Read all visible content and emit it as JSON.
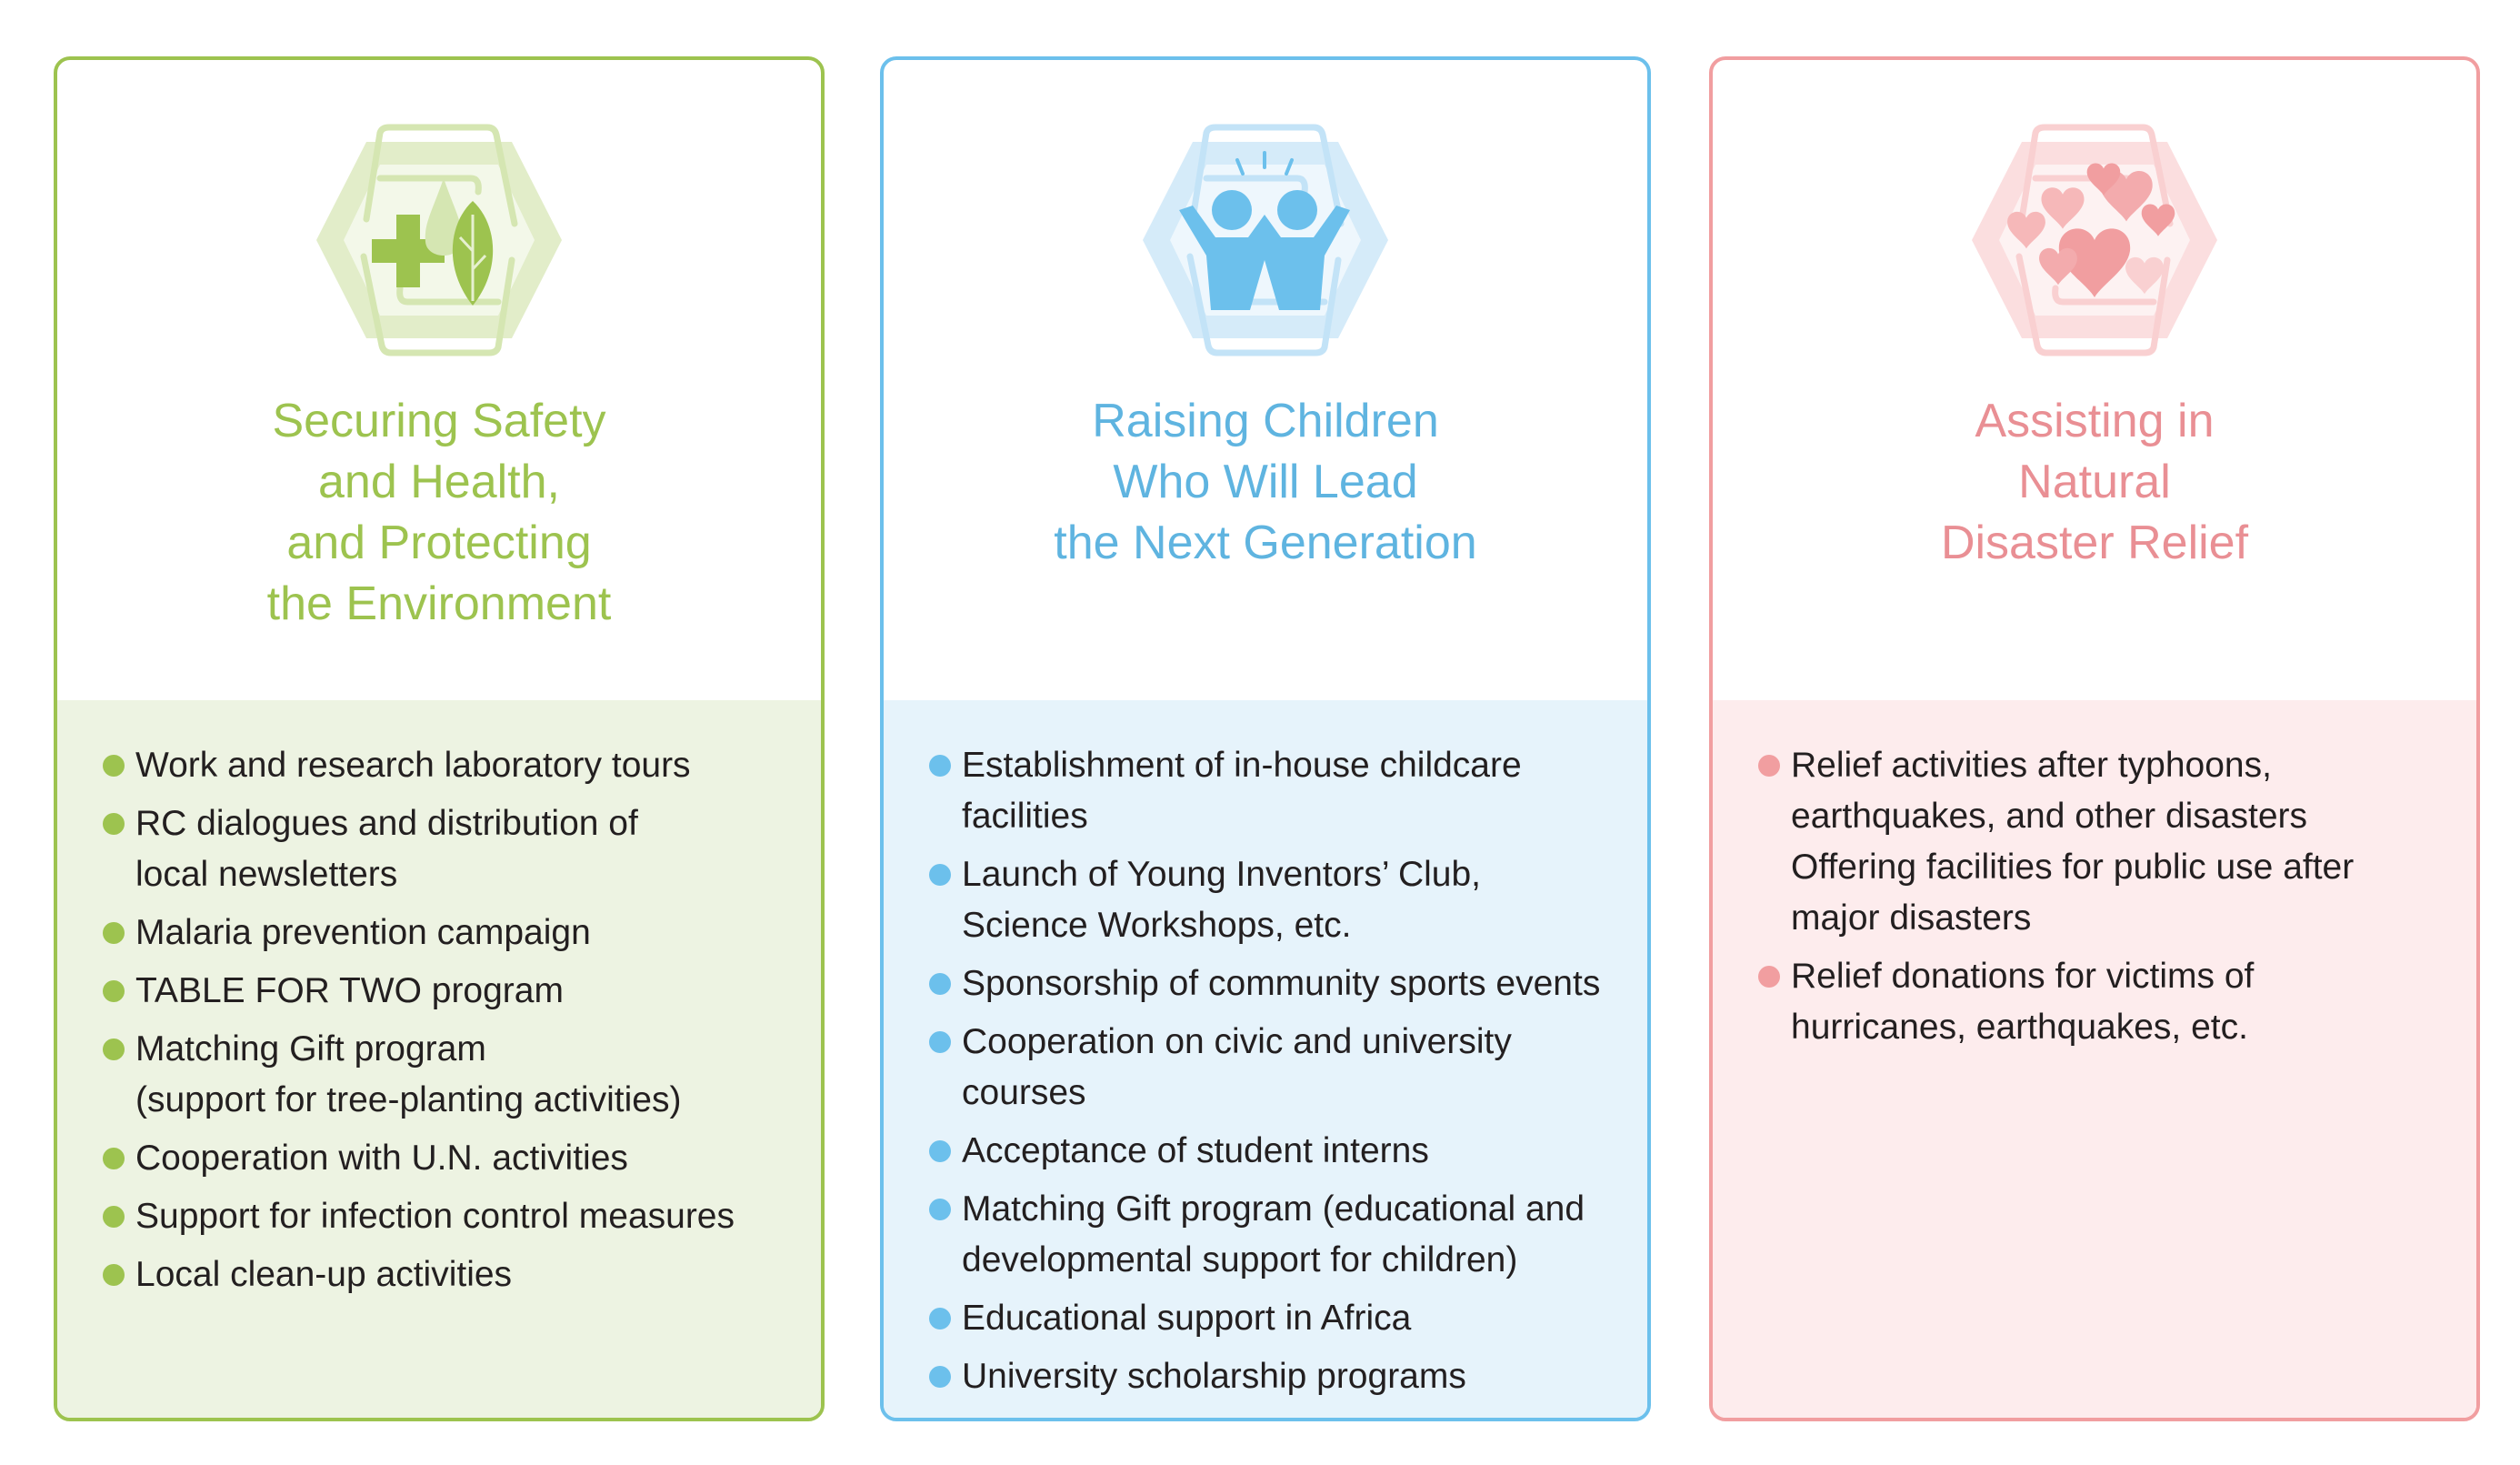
{
  "columns": [
    {
      "key": "environment",
      "icon": "medical-cross-leaf-icon",
      "colors": {
        "accent": "#9dc34f",
        "title": "#9dc34f",
        "light": "#d5e6b2",
        "background": "#edf3e2"
      },
      "title_lines": [
        "Securing Safety",
        "and Health,",
        "and Protecting",
        "the Environment"
      ],
      "items": [
        {
          "lines": [
            "Work and research laboratory tours"
          ]
        },
        {
          "lines": [
            "RC dialogues and distribution of",
            "local newsletters"
          ]
        },
        {
          "lines": [
            "Malaria prevention campaign"
          ]
        },
        {
          "lines": [
            "TABLE FOR TWO program"
          ]
        },
        {
          "lines": [
            "Matching Gift program",
            "(support for tree-planting activities)"
          ]
        },
        {
          "lines": [
            "Cooperation with U.N. activities"
          ]
        },
        {
          "lines": [
            "Support for infection control measures"
          ]
        },
        {
          "lines": [
            "Local clean-up activities"
          ]
        }
      ]
    },
    {
      "key": "children",
      "icon": "children-cheering-icon",
      "colors": {
        "accent": "#6cc0ec",
        "title": "#5fb4e0",
        "light": "#c3e3f7",
        "background": "#e6f3fb"
      },
      "title_lines": [
        "Raising Children",
        "Who Will Lead",
        "the Next Generation"
      ],
      "items": [
        {
          "lines": [
            "Establishment of in-house childcare",
            "facilities"
          ]
        },
        {
          "lines": [
            "Launch of Young Inventors’ Club,",
            "Science Workshops, etc."
          ]
        },
        {
          "lines": [
            "Sponsorship of community sports events"
          ]
        },
        {
          "lines": [
            "Cooperation on civic and university",
            "courses"
          ]
        },
        {
          "lines": [
            "Acceptance of student interns"
          ]
        },
        {
          "lines": [
            "Matching Gift program (educational and",
            "developmental support for children)"
          ]
        },
        {
          "lines": [
            "Educational support in Africa"
          ]
        },
        {
          "lines": [
            "University scholarship programs"
          ]
        }
      ]
    },
    {
      "key": "disaster",
      "icon": "hearts-icon",
      "colors": {
        "accent": "#f19ea0",
        "title": "#e98f94",
        "light": "#f9d0d1",
        "background": "#fdeced"
      },
      "title_lines": [
        "Assisting in",
        "Natural",
        "Disaster Relief"
      ],
      "items": [
        {
          "lines": [
            "Relief activities after typhoons,",
            "earthquakes, and other disasters",
            "Offering facilities for public use after",
            "major disasters"
          ]
        },
        {
          "lines": [
            "Relief donations for victims of",
            "hurricanes, earthquakes, etc."
          ]
        }
      ]
    }
  ]
}
